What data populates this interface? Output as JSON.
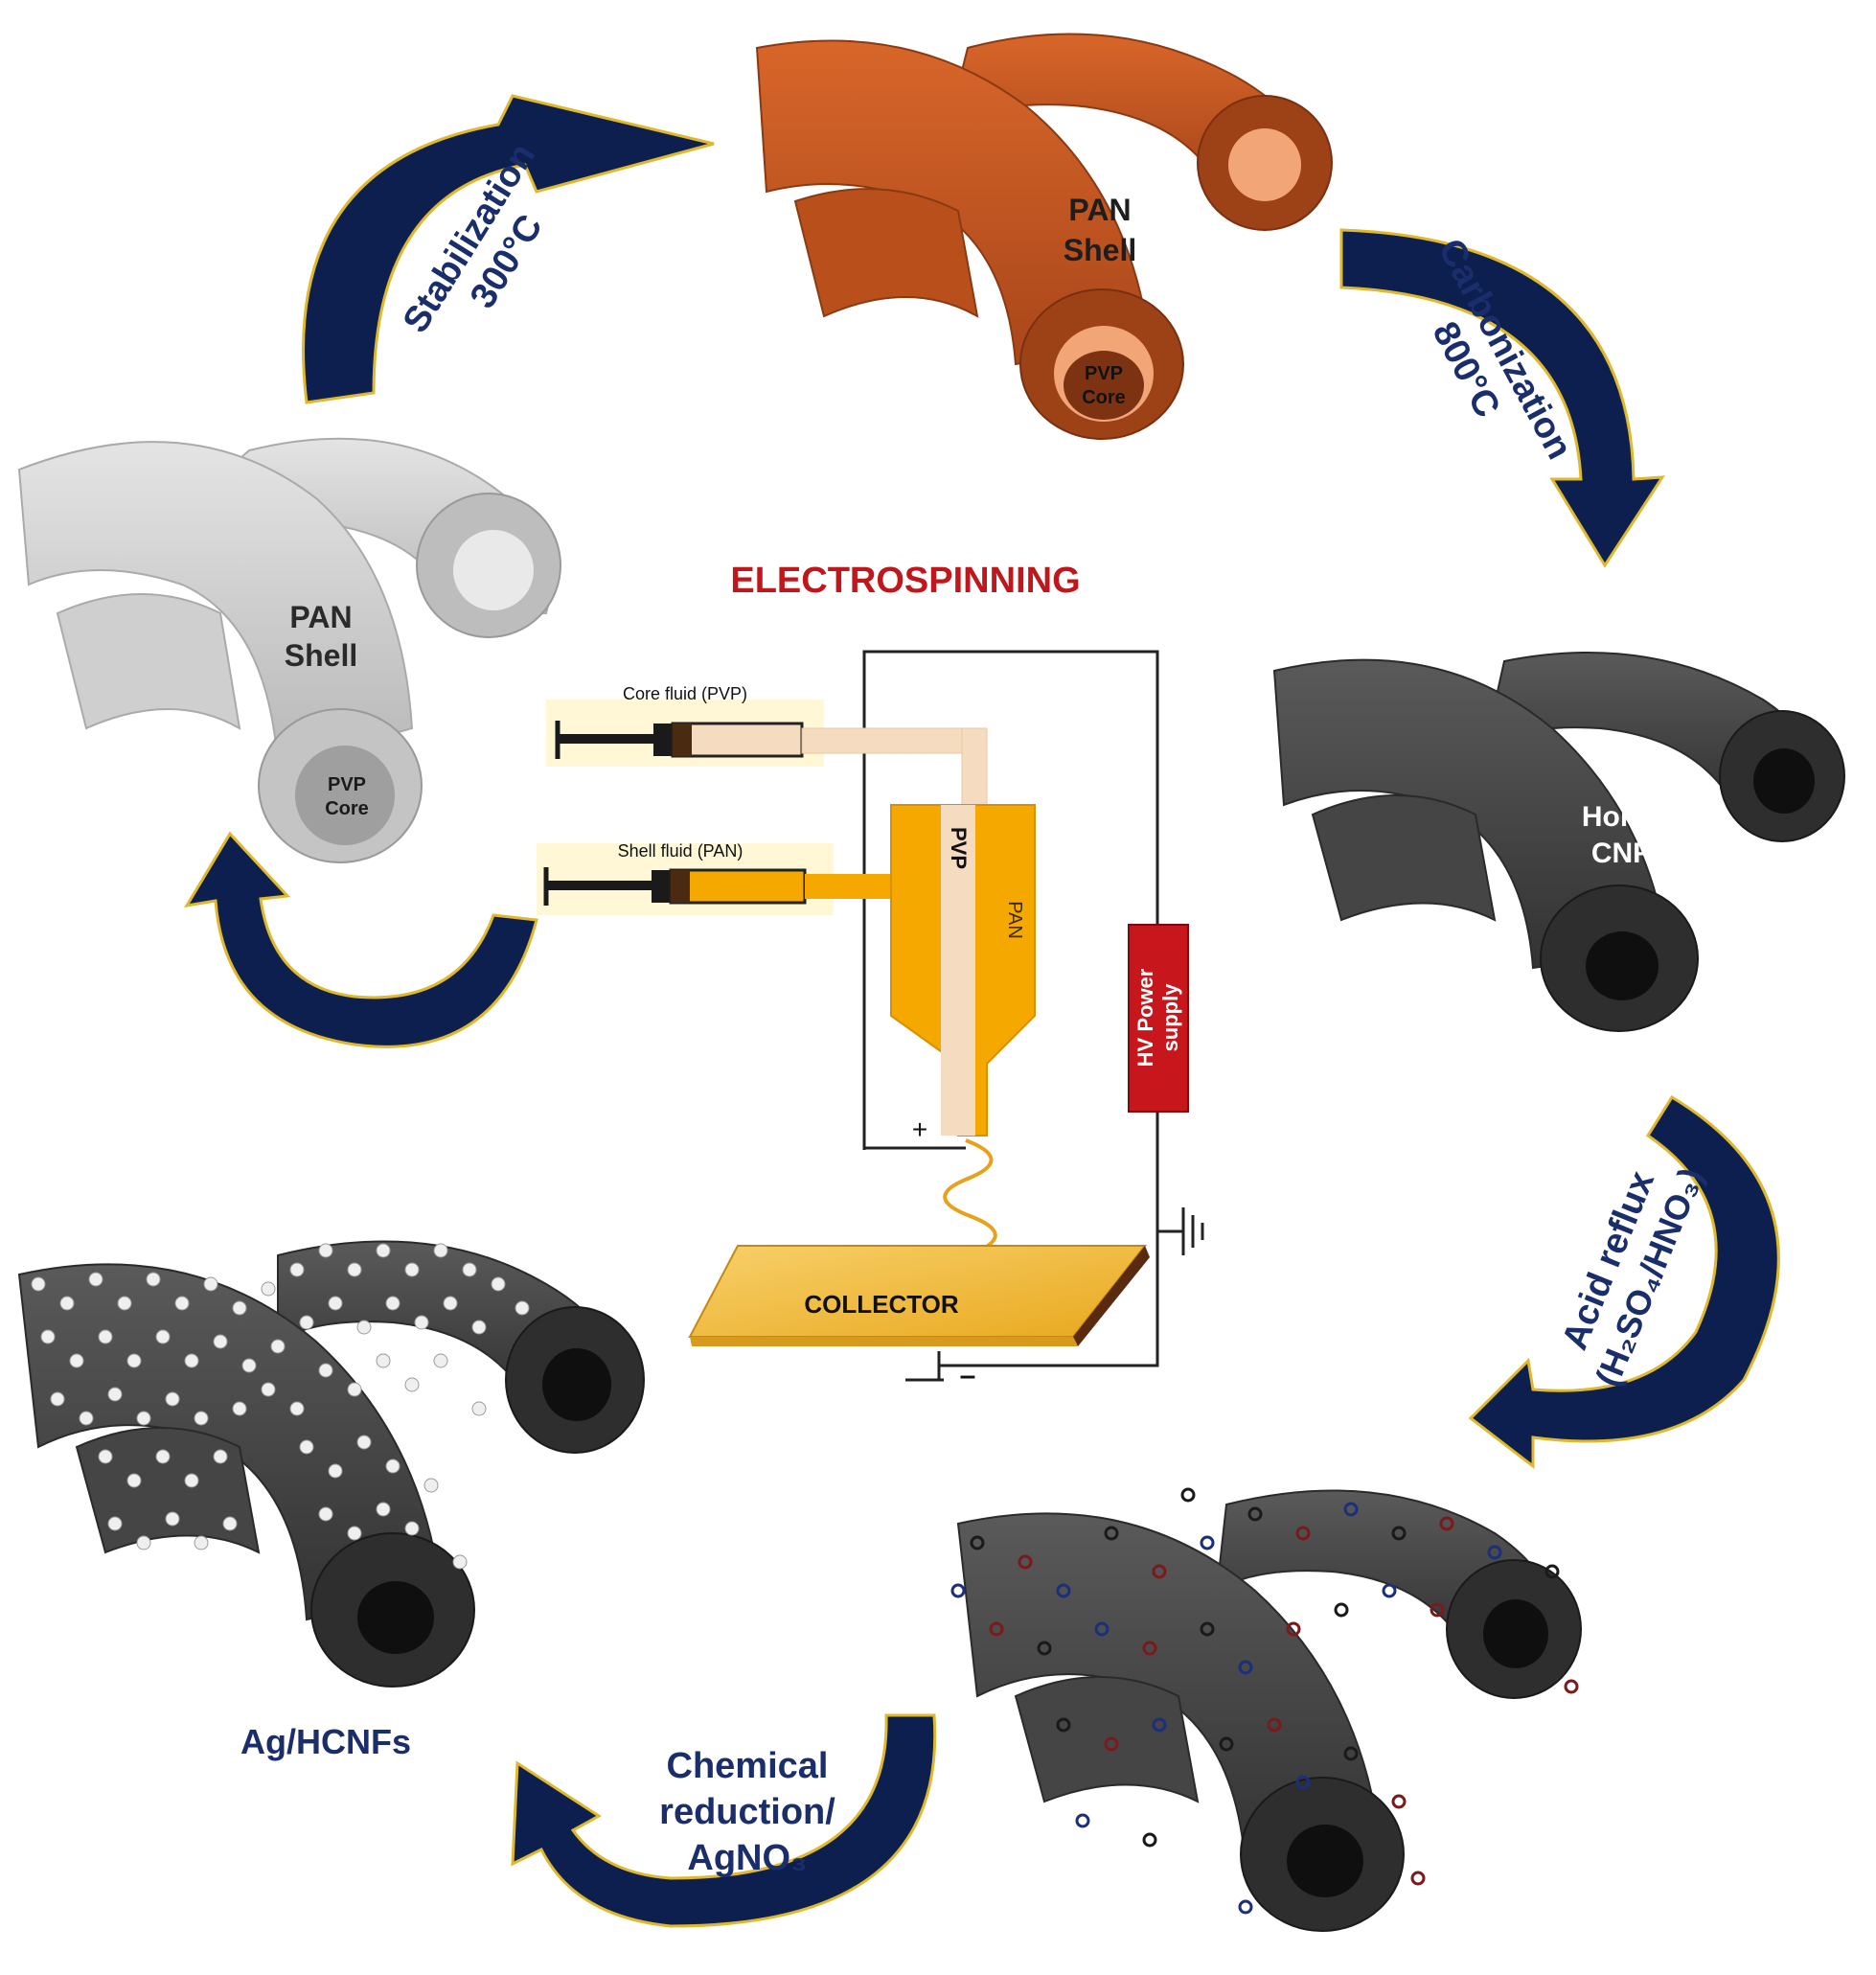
{
  "colors": {
    "arrow_fill": "#0d1f4f",
    "arrow_outline": "#e0b82c",
    "step_text": "#1a2e6b",
    "title_red": "#c0171c",
    "pan_orange": "#c55a1e",
    "fiber_grey": "#c9c9c9",
    "carbon_dark": "#4a4a4a",
    "pan_fluid": "#f5a800",
    "pvp_fluid": "#f5dcc0",
    "collector": "#f3c245",
    "hv_box": "#c8161d"
  },
  "setup": {
    "title": "ELECTROSPINNING",
    "core_fluid_label": "Core fluid (PVP)",
    "shell_fluid_label": "Shell fluid (PAN)",
    "pvp_label": "PVP",
    "pan_label": "PAN",
    "hv_label_1": "HV Power",
    "hv_label_2": "supply",
    "collector_label": "COLLECTOR",
    "plus": "+",
    "minus": "–"
  },
  "fibers": {
    "pan_pvp_grey": {
      "shell_1": "PAN",
      "shell_2": "Shell",
      "core_1": "PVP",
      "core_2": "Core"
    },
    "pan_pvp_orange": {
      "shell_1": "PAN",
      "shell_2": "Shell",
      "core_1": "PVP",
      "core_2": "Core"
    },
    "hollow_cnfs": {
      "line_1": "Hollow",
      "line_2": "CNFs"
    },
    "ag_hcnfs": {
      "label": "Ag/HCNFs"
    }
  },
  "steps": {
    "stabilization": {
      "line_1": "Stabilization",
      "line_2": "300°C"
    },
    "carbonization": {
      "line_1": "Carbonization",
      "line_2": "800°C"
    },
    "acid_reflux": {
      "line_1": "Acid reflux",
      "line_2": "(H₂SO₄/HNO₃)"
    },
    "chemical_reduction": {
      "line_1": "Chemical",
      "line_2": "reduction/",
      "line_3": "AgNO₃"
    }
  }
}
